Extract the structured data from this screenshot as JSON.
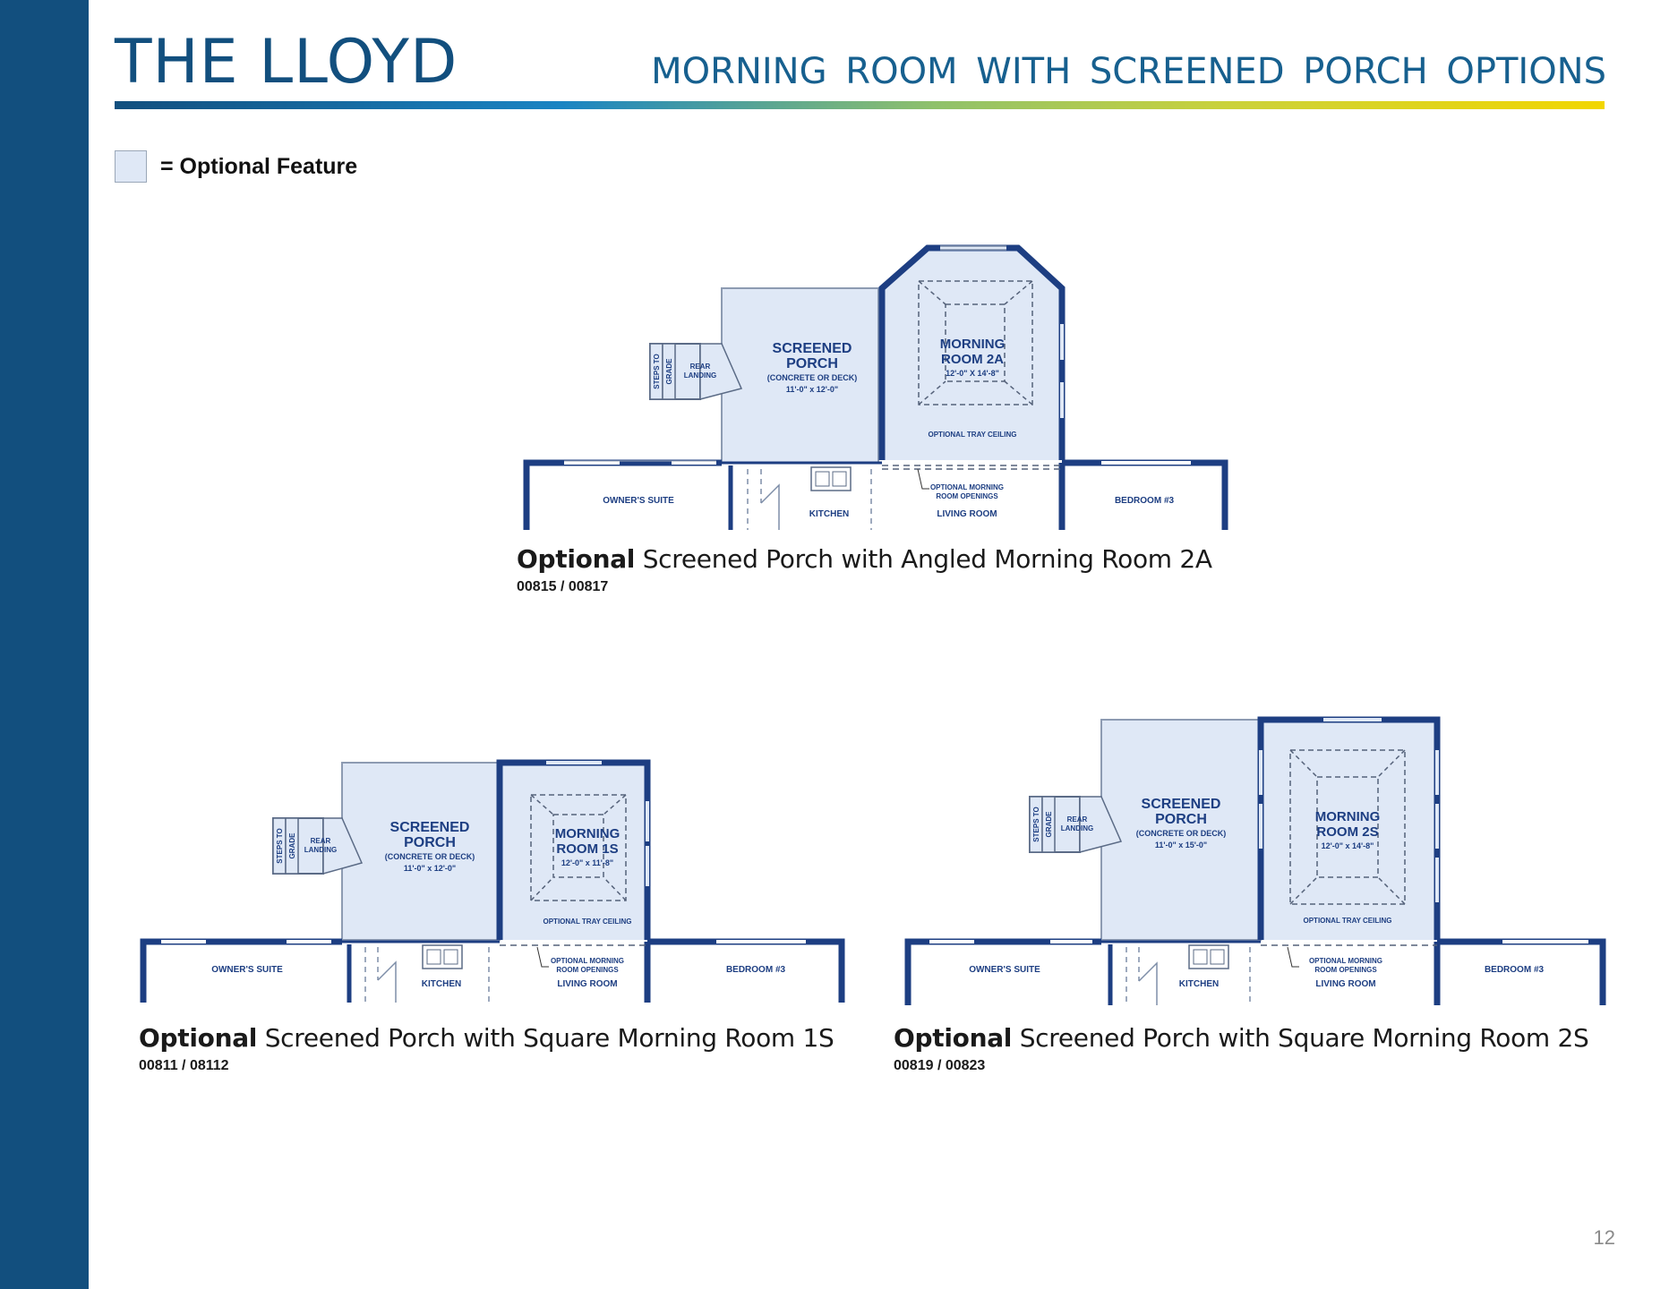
{
  "header": {
    "title": "THE LLOYD",
    "subtitle": "MORNING ROOM WITH SCREENED PORCH OPTIONS"
  },
  "legend": {
    "label": "= Optional Feature"
  },
  "colors": {
    "brand_blue": "#124f7e",
    "wall_blue": "#1d3e82",
    "optional_fill": "#dfe8f6"
  },
  "plans": [
    {
      "porch": {
        "name_1": "SCREENED",
        "name_2": "PORCH",
        "material": "(CONCRETE OR DECK)",
        "size": "11'-0\" x 12'-0\""
      },
      "morning": {
        "name_1": "MORNING",
        "name_2": "ROOM 2A",
        "size": "12'-0\" X 14'-8\""
      },
      "tray": "OPTIONAL TRAY CEILING",
      "openings_1": "OPTIONAL MORNING",
      "openings_2": "ROOM OPENINGS",
      "steps_1": "STEPS TO",
      "steps_2": "GRADE",
      "landing_1": "REAR",
      "landing_2": "LANDING",
      "owners": "OWNER'S SUITE",
      "kitchen": "KITCHEN",
      "living": "LIVING ROOM",
      "bedroom": "BEDROOM #3",
      "caption_bold": "Optional",
      "caption_rest": " Screened Porch with Angled Morning Room 2A",
      "code": "00815 / 00817"
    },
    {
      "porch": {
        "name_1": "SCREENED",
        "name_2": "PORCH",
        "material": "(CONCRETE OR DECK)",
        "size": "11'-0\" x 12'-0\""
      },
      "morning": {
        "name_1": "MORNING",
        "name_2": "ROOM 1S",
        "size": "12'-0\" x 11'-8\""
      },
      "tray": "OPTIONAL TRAY CEILING",
      "openings_1": "OPTIONAL MORNING",
      "openings_2": "ROOM OPENINGS",
      "steps_1": "STEPS TO",
      "steps_2": "GRADE",
      "landing_1": "REAR",
      "landing_2": "LANDING",
      "owners": "OWNER'S SUITE",
      "kitchen": "KITCHEN",
      "living": "LIVING ROOM",
      "bedroom": "BEDROOM #3",
      "caption_bold": "Optional",
      "caption_rest": " Screened Porch with Square Morning Room 1S",
      "code": "00811 / 08112"
    },
    {
      "porch": {
        "name_1": "SCREENED",
        "name_2": "PORCH",
        "material": "(CONCRETE OR DECK)",
        "size": "11'-0\" x 15'-0\""
      },
      "morning": {
        "name_1": "MORNING",
        "name_2": "ROOM 2S",
        "size": "12'-0\" x 14'-8\""
      },
      "tray": "OPTIONAL TRAY CEILING",
      "openings_1": "OPTIONAL MORNING",
      "openings_2": "ROOM OPENINGS",
      "steps_1": "STEPS TO",
      "steps_2": "GRADE",
      "landing_1": "REAR",
      "landing_2": "LANDING",
      "owners": "OWNER'S SUITE",
      "kitchen": "KITCHEN",
      "living": "LIVING ROOM",
      "bedroom": "BEDROOM #3",
      "caption_bold": "Optional",
      "caption_rest": " Screened Porch with Square Morning Room 2S",
      "code": "00819 / 00823"
    }
  ],
  "page_number": "12"
}
